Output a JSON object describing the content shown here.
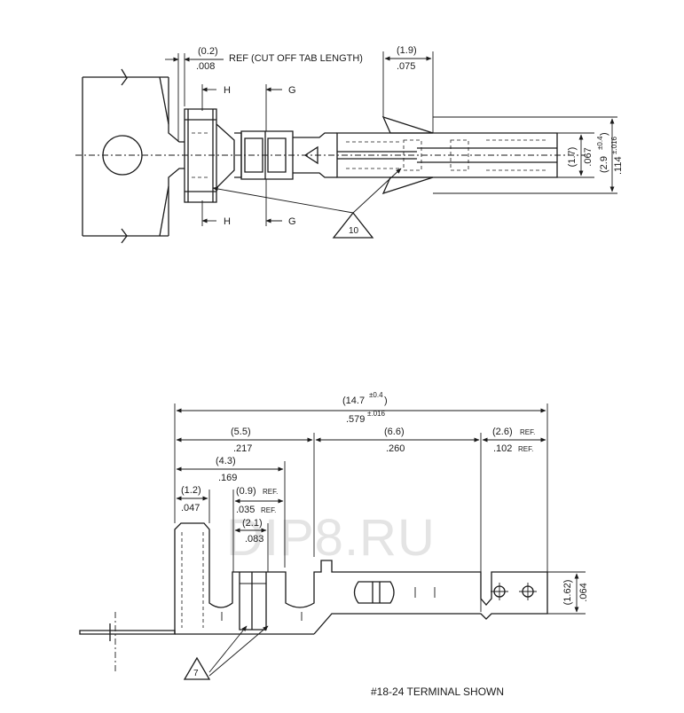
{
  "watermark": "DIP8.RU",
  "caption": "#18-24 TERMINAL SHOWN",
  "top_view": {
    "dim_cutoff_mm": "(0.2)",
    "dim_cutoff_in": ".008",
    "dim_cutoff_note": "REF (CUT OFF TAB LENGTH)",
    "dim_lance_mm": "(1.9)",
    "dim_lance_in": ".075",
    "section_h": "H",
    "section_g": "G",
    "dim_height_mm": "(1.7)",
    "dim_height_in": ".067",
    "dim_width_mm": "(2.9",
    "dim_width_mm_tol": "±0.4",
    "dim_width_mm_close": ")",
    "dim_width_in": ".114",
    "dim_width_in_tol": "±.016",
    "note_10": "10"
  },
  "side_view": {
    "dim_total_mm": "(14.7",
    "dim_total_mm_tol": "±0.4",
    "dim_total_mm_close": ")",
    "dim_total_in": ".579",
    "dim_total_in_tol": "±.016",
    "dim_55_mm": "(5.5)",
    "dim_55_in": ".217",
    "dim_66_mm": "(6.6)",
    "dim_66_in": ".260",
    "dim_26_mm": "(2.6)",
    "dim_26_ref": "REF.",
    "dim_26_in": ".102",
    "dim_26_in_ref": "REF.",
    "dim_43_mm": "(4.3)",
    "dim_43_in": ".169",
    "dim_12_mm": "(1.2)",
    "dim_12_in": ".047",
    "dim_09_mm": "(0.9)",
    "dim_09_ref": "REF.",
    "dim_09_in": ".035",
    "dim_09_in_ref": "REF.",
    "dim_21_mm": "(2.1)",
    "dim_21_in": ".083",
    "dim_162_mm": "(1.62)",
    "dim_162_in": ".064",
    "note_7": "7"
  }
}
